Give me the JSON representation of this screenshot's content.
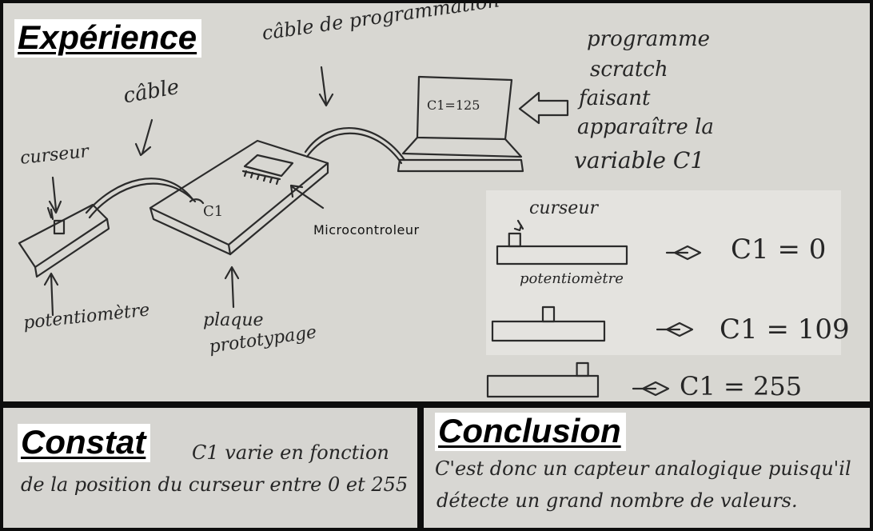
{
  "experience": {
    "heading": "Expérience",
    "labels": {
      "cable_programmation": "câble de programmation",
      "programme_line1": "programme",
      "programme_line2": "scratch",
      "programme_line3": "faisant",
      "programme_line4": "apparaître la",
      "programme_line5": "variable C1",
      "cable": "câble",
      "curseur": "curseur",
      "screen_value": "C1=125",
      "board_pin": "C1",
      "microcontroleur": "Microcontroleur",
      "potentiometre": "potentiomètre",
      "plaque_line1": "plaque",
      "plaque_line2": "prototypage"
    },
    "states": {
      "curseur": "curseur",
      "potentiometre": "potentiomètre",
      "values": [
        {
          "text": "C1 = 0",
          "fraction": 0.1
        },
        {
          "text": "C1 = 109",
          "fraction": 0.5
        },
        {
          "text": "C1 = 255",
          "fraction": 0.9
        }
      ]
    }
  },
  "constat": {
    "heading": "Constat",
    "line1": "C1 varie en fonction",
    "line2": "de la position du curseur entre 0 et 255"
  },
  "conclusion": {
    "heading": "Conclusion",
    "line1": "C'est donc un capteur analogique puisqu'il",
    "line2": "détecte un grand nombre de valeurs."
  },
  "colors": {
    "ink": "#2b2b2b",
    "paper": "#d8d7d2",
    "frame": "#0d0d0d"
  }
}
